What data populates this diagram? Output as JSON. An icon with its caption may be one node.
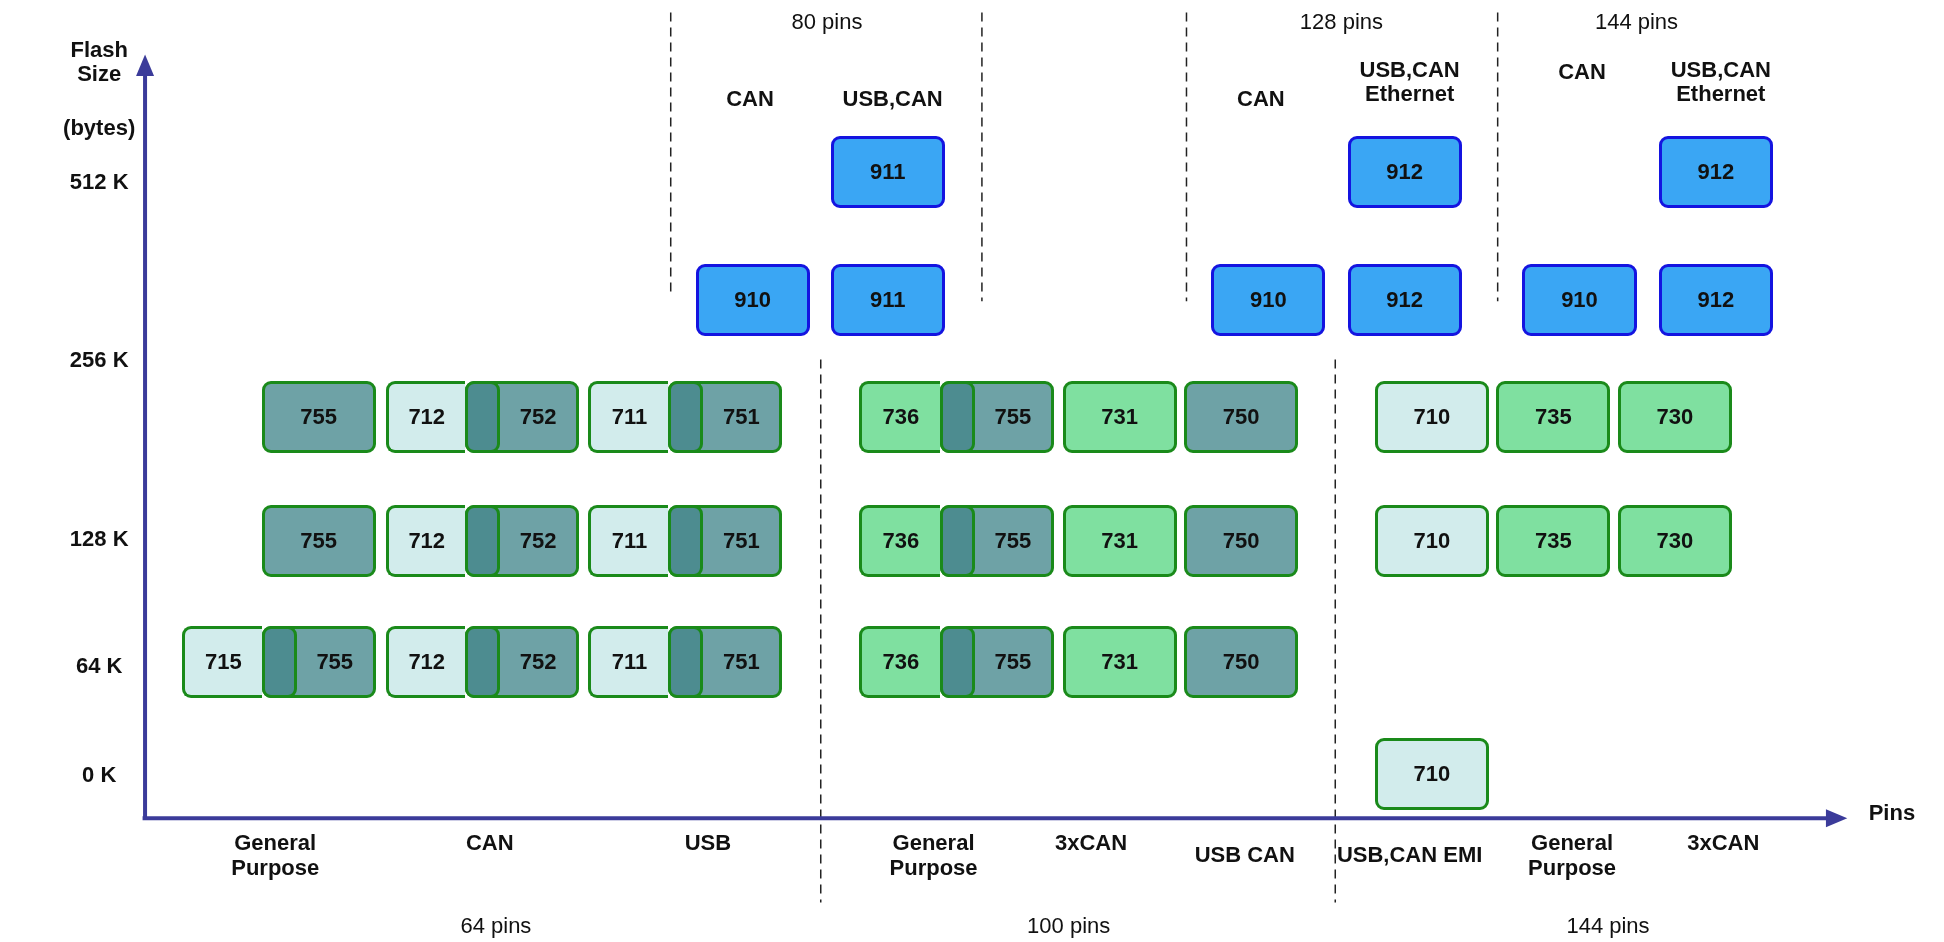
{
  "diagram": {
    "nodes": [
      {
        "text": [
          "911"
        ]
      },
      {
        "text": [
          "912"
        ]
      },
      {
        "text": [
          "912"
        ]
      },
      {
        "text": [
          "910"
        ]
      },
      {
        "text": [
          "911"
        ]
      },
      {
        "text": [
          "910"
        ]
      },
      {
        "text": [
          "912"
        ]
      },
      {
        "text": [
          "910"
        ]
      },
      {
        "text": [
          "912"
        ]
      },
      {
        "text": [
          "755"
        ]
      },
      {
        "text": [
          "712"
        ]
      },
      {
        "text": [
          "752"
        ]
      },
      {
        "text": [
          "711"
        ]
      },
      {
        "text": [
          "751"
        ]
      },
      {
        "text": [
          "736"
        ]
      },
      {
        "text": [
          "755"
        ]
      },
      {
        "text": [
          "731"
        ]
      },
      {
        "text": [
          "750"
        ]
      },
      {
        "text": [
          "710"
        ]
      },
      {
        "text": [
          "735"
        ]
      },
      {
        "text": [
          "730"
        ]
      },
      {
        "text": [
          "755"
        ]
      },
      {
        "text": [
          "712"
        ]
      },
      {
        "text": [
          "752"
        ]
      },
      {
        "text": [
          "711"
        ]
      },
      {
        "text": [
          "751"
        ]
      },
      {
        "text": [
          "736"
        ]
      },
      {
        "text": [
          "755"
        ]
      },
      {
        "text": [
          "731"
        ]
      },
      {
        "text": [
          "750"
        ]
      },
      {
        "text": [
          "710"
        ]
      },
      {
        "text": [
          "735"
        ]
      },
      {
        "text": [
          "730"
        ]
      },
      {
        "text": [
          "715"
        ]
      },
      {
        "text": [
          "755"
        ]
      },
      {
        "text": [
          "712"
        ]
      },
      {
        "text": [
          "752"
        ]
      },
      {
        "text": [
          "711"
        ]
      },
      {
        "text": [
          "751"
        ]
      },
      {
        "text": [
          "736"
        ]
      },
      {
        "text": [
          "755"
        ]
      },
      {
        "text": [
          "731"
        ]
      },
      {
        "text": [
          "750"
        ]
      },
      {
        "text": [
          "710"
        ]
      }
    ],
    "labels": [
      "80 pins",
      "128 pins",
      "144 pins",
      "Flash Size",
      "CAN",
      "USB,CAN",
      "CAN",
      "USB,CAN Ethernet",
      "CAN",
      "USB,CAN Ethernet",
      "(bytes)",
      "512 K",
      "256 K",
      "128 K",
      "64 K",
      "0 K",
      "Pins",
      "General Purpose",
      "CAN",
      "USB",
      "General Purpose",
      "3xCAN",
      "USB CAN",
      "USB,CAN EMI",
      "General Purpose",
      "3xCAN",
      "64 pins",
      "100 pins",
      "144 pins"
    ]
  }
}
